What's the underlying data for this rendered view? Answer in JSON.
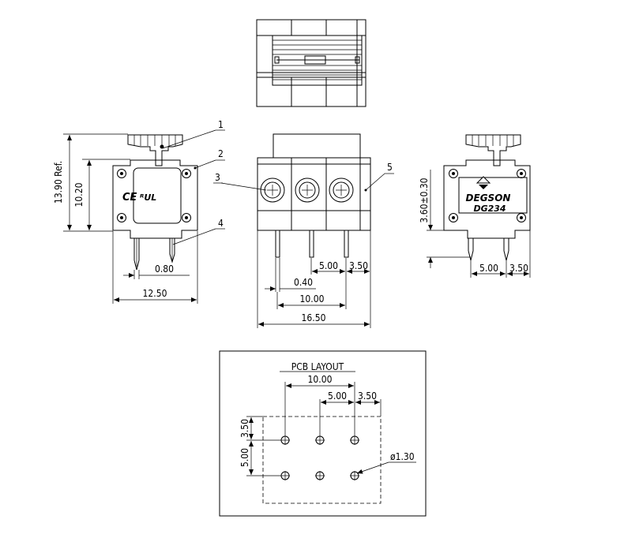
{
  "callouts": [
    "1",
    "2",
    "3",
    "4",
    "5"
  ],
  "side_view": {
    "height_total": "13.90 Ref.",
    "height_body": "10.20",
    "pin_width": "0.80",
    "width": "12.50",
    "marks": {
      "ce": "CE",
      "ul": "ᴿUL"
    }
  },
  "front_view": {
    "pitch": "5.00",
    "edge": "3.50",
    "pin": "0.40",
    "span": "10.00",
    "width": "16.50"
  },
  "right_view": {
    "pin_length": "3.60±0.30",
    "brand": "DEGSON",
    "model": "DG234",
    "pitch": "5.00",
    "edge": "3.50"
  },
  "pcb_layout": {
    "title": "PCB LAYOUT",
    "span": "10.00",
    "pitch_x": "5.00",
    "edge_x": "3.50",
    "edge_y": "3.50",
    "pitch_y": "5.00",
    "hole_dia": "ø1.30"
  }
}
